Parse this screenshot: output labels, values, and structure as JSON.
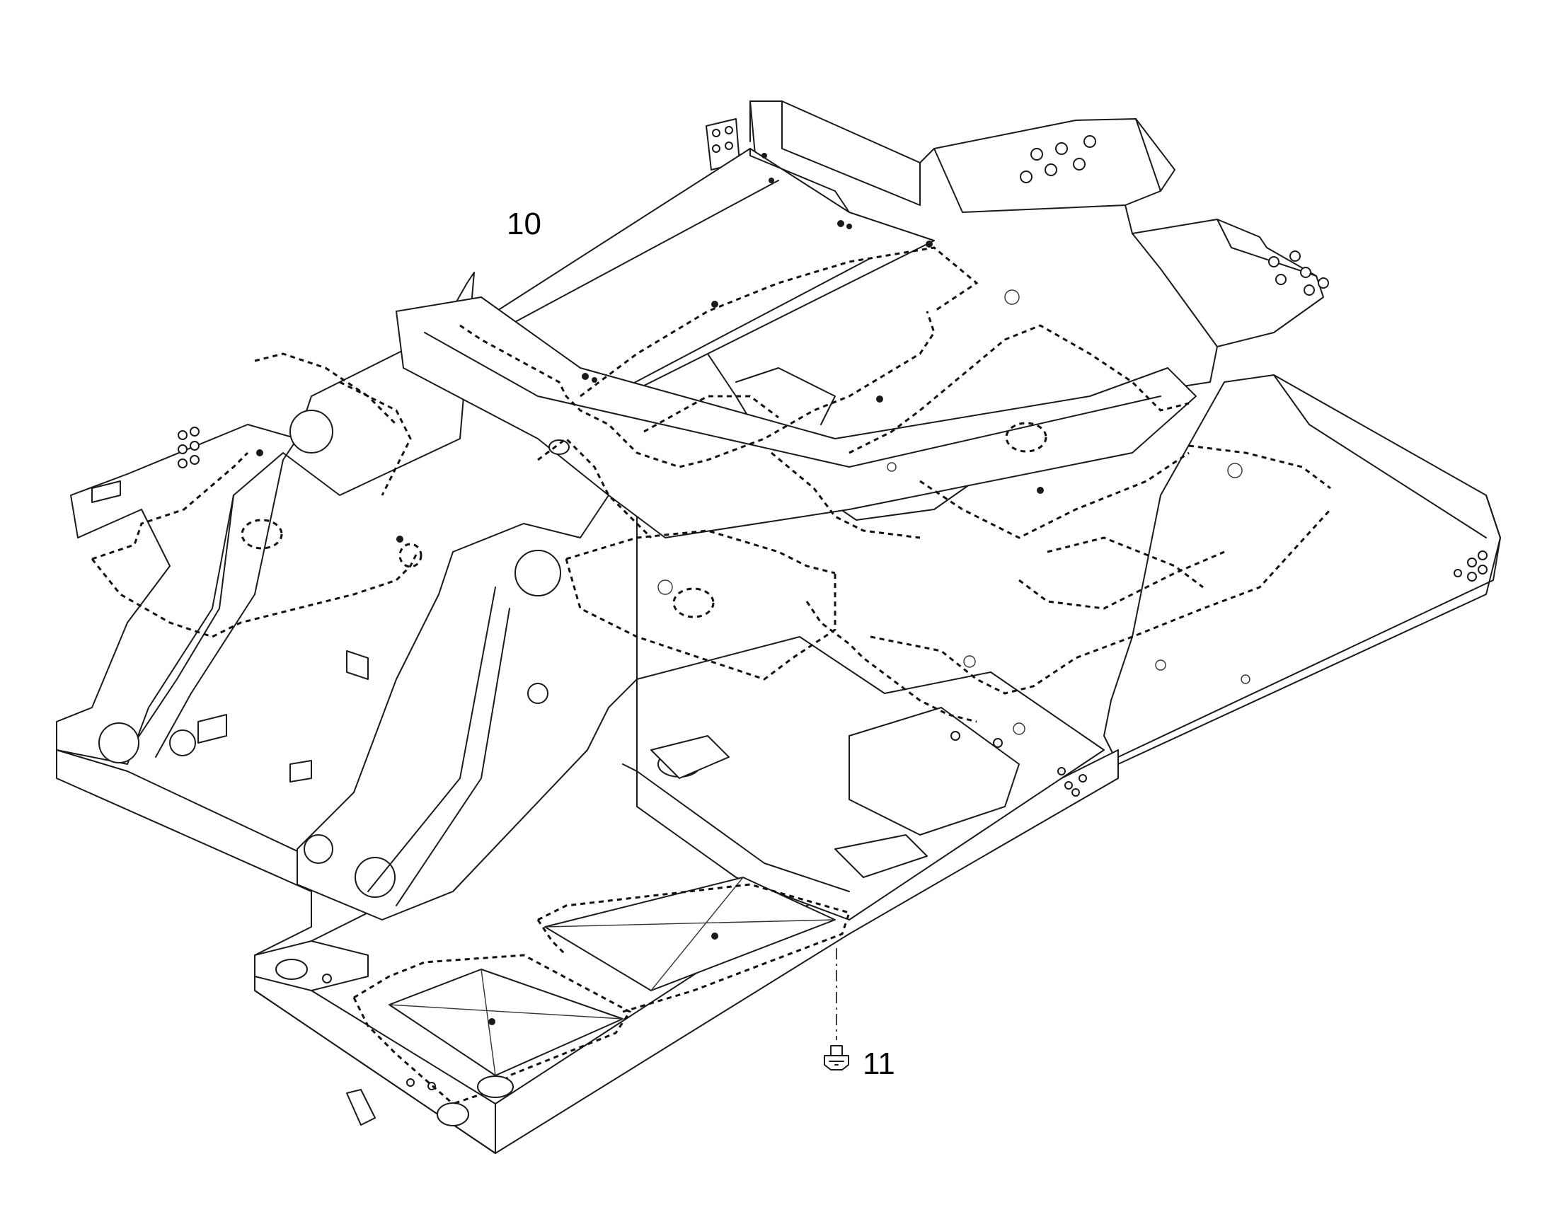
{
  "diagram": {
    "type": "exploded-parts-view",
    "callouts": [
      {
        "id": "callout-10",
        "label": "10"
      },
      {
        "id": "callout-11",
        "label": "11"
      }
    ],
    "line_color": "#1a1a1a",
    "background": "#ffffff"
  }
}
